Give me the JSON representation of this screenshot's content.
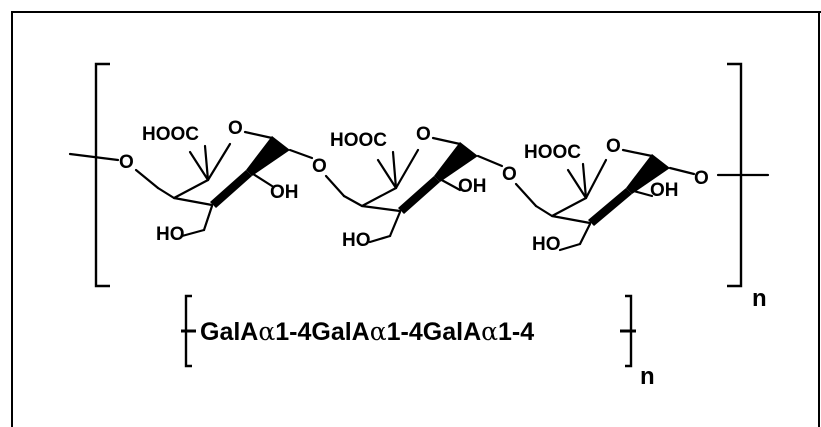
{
  "labels": {
    "carboxyl": "HOOC",
    "ring_oxygen": "O",
    "hydroxyl_right": "OH",
    "hydroxyl_left": "HO",
    "glycosidic_oxygen": "O",
    "repeat_subscript": "n"
  },
  "sequence": {
    "unit": "GalA",
    "anomer": "α",
    "linkage": "1-4",
    "subscript": "n"
  }
}
